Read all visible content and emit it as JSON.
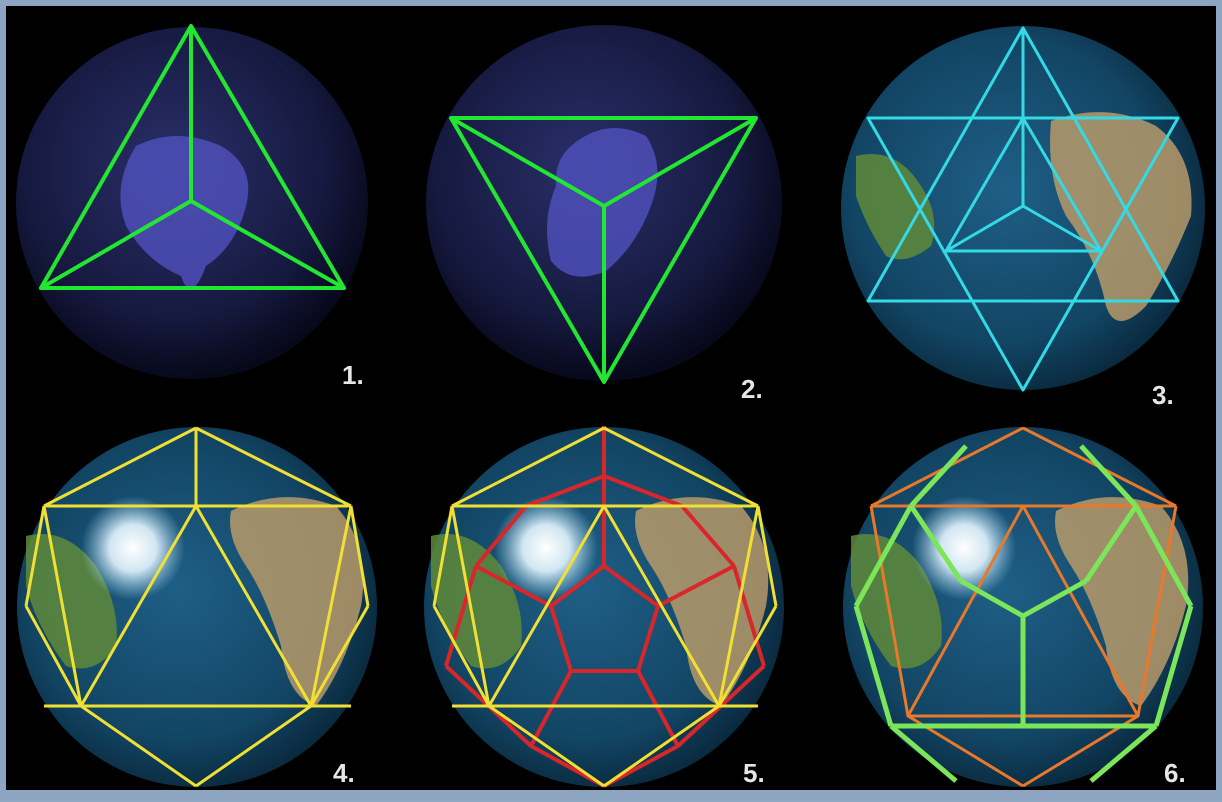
{
  "panels": [
    {
      "label": "1.",
      "solid": "tetrahedron",
      "color": "#22e632"
    },
    {
      "label": "2.",
      "solid": "tetrahedron",
      "color": "#22e632"
    },
    {
      "label": "3.",
      "solid": "star-tetrahedron",
      "color": "#34d9e6"
    },
    {
      "label": "4.",
      "solid": "icosahedron",
      "color": "#f0e034"
    },
    {
      "label": "5.",
      "solid": "icosahedron-dodecahedron",
      "color": "#f0e034",
      "secondary_color": "#d9262a"
    },
    {
      "label": "6.",
      "solid": "dodecahedron",
      "color": "#e8782a",
      "secondary_color": "#7ce65a"
    }
  ]
}
